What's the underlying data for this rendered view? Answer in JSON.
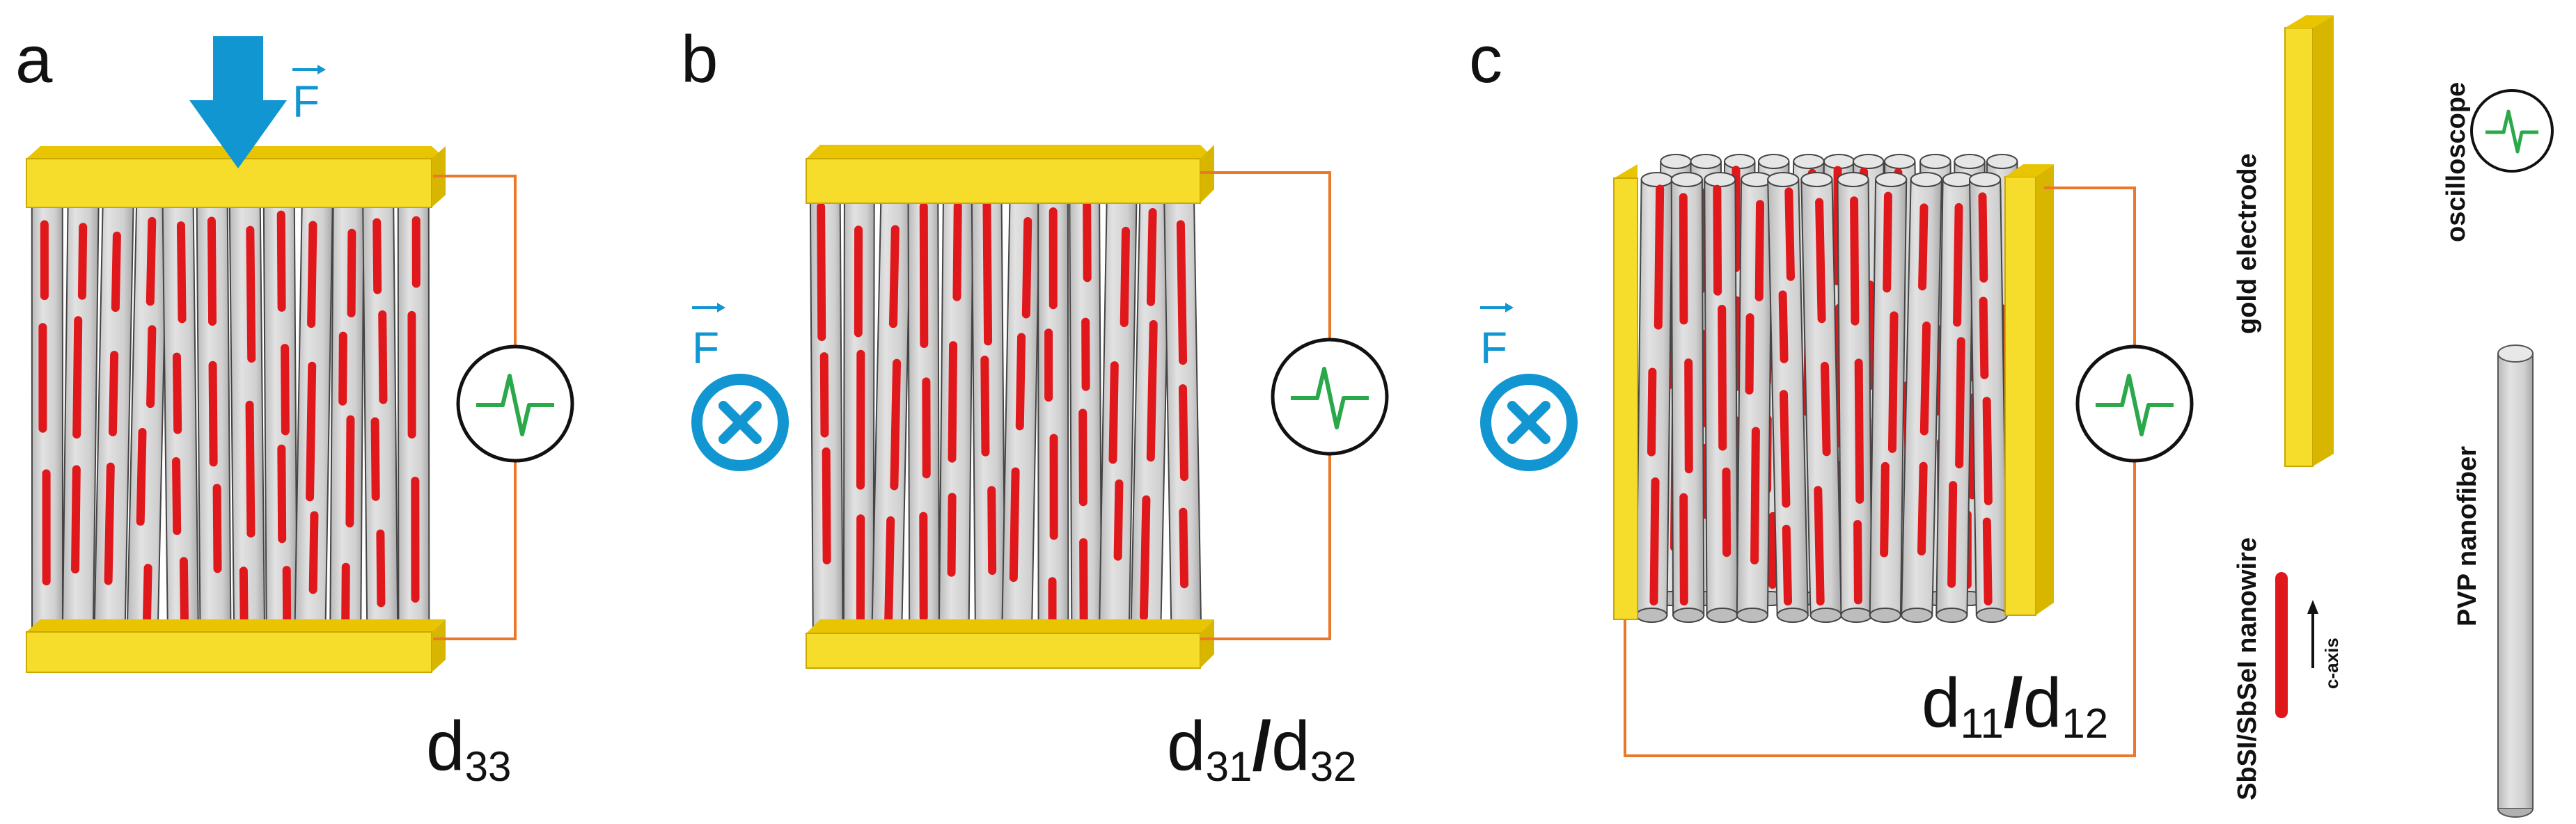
{
  "panels": [
    {
      "letter": "a",
      "coefficient": "d",
      "sub1": "33",
      "sep": "",
      "coef2": "",
      "sub2": ""
    },
    {
      "letter": "b",
      "coefficient": "d",
      "sub1": "31",
      "sep": "/",
      "coef2": "d",
      "sub2": "32"
    },
    {
      "letter": "c",
      "coefficient": "d",
      "sub1": "11",
      "sep": "/",
      "coef2": "d",
      "sub2": "12"
    }
  ],
  "force_label": "F",
  "legend": {
    "gold_electrode": "gold electrode",
    "oscilloscope": "oscilloscope",
    "nanowire": "SbSI/SbSeI nanowire",
    "c_axis": "c-axis",
    "nanofiber": "PVP nanofiber"
  },
  "colors": {
    "gold": "#f6dc2b",
    "gold_dark": "#d8b600",
    "fiber": "#d4d4d4",
    "nanowire": "#e0171b",
    "force": "#1296d1",
    "wire": "#e8782a",
    "signal": "#2aa84a"
  }
}
